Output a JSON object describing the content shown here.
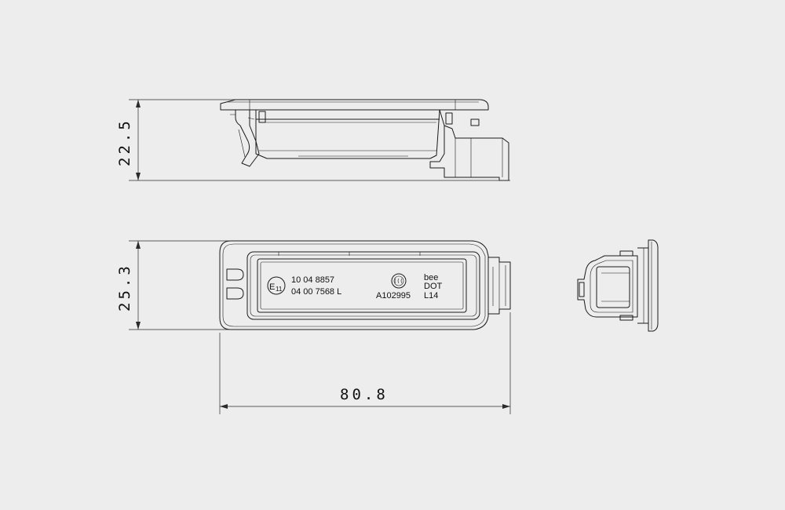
{
  "dimensions": {
    "height_side": "22.5",
    "height_front": "25.3",
    "length": "80.8"
  },
  "markings": {
    "approval_symbol": "E",
    "approval_number": "11",
    "line1": "10 04 8857",
    "line2": "04 00 7568 L",
    "brand": "bee",
    "dot": "DOT",
    "code": "A102995",
    "category": "L14"
  }
}
